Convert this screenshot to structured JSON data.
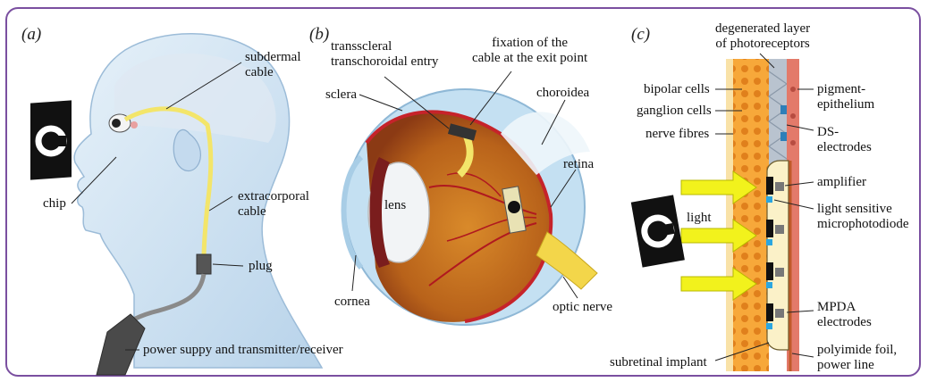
{
  "panels": {
    "a": {
      "letter": "(a)",
      "labels": {
        "subdermal_cable": "subdermal\ncable",
        "chip": "chip",
        "extracorporal_cable": "extracorporal\ncable",
        "plug": "plug",
        "power": "power suppy and transmitter/receiver"
      }
    },
    "b": {
      "letter": "(b)",
      "labels": {
        "entry": "transscleral\ntranschoroidal entry",
        "fixation": "fixation of the\ncable at the exit point",
        "sclera": "sclera",
        "choroidea": "choroidea",
        "lens": "lens",
        "retina": "retina",
        "cornea": "cornea",
        "optic_nerve": "optic nerve"
      }
    },
    "c": {
      "letter": "(c)",
      "labels": {
        "degenerated": "degenerated layer\nof photoreceptors",
        "bipolar": "bipolar cells",
        "ganglion": "ganglion cells",
        "nerve_fibres": "nerve fibres",
        "pigment": "pigment-\nepithelium",
        "ds": "DS-\nelectrodes",
        "amplifier": "amplifier",
        "light": "light",
        "light_sensitive": "light sensitive\nmicrophotodiode",
        "mpda": "MPDA\nelectrodes",
        "subretinal": "subretinal implant",
        "polyimide": "polyimide foil,\npower line"
      }
    }
  },
  "colors": {
    "frame": "#7a4fa0",
    "cable": "#f3e56a",
    "head": "#c9dff0",
    "retina_orange": "#f5a43a",
    "arrow_yellow": "#f2f21c",
    "implant": "#fbf1c8"
  },
  "icons": {
    "landolt": "landolt-c-icon",
    "arrow": "right-arrow-icon"
  }
}
